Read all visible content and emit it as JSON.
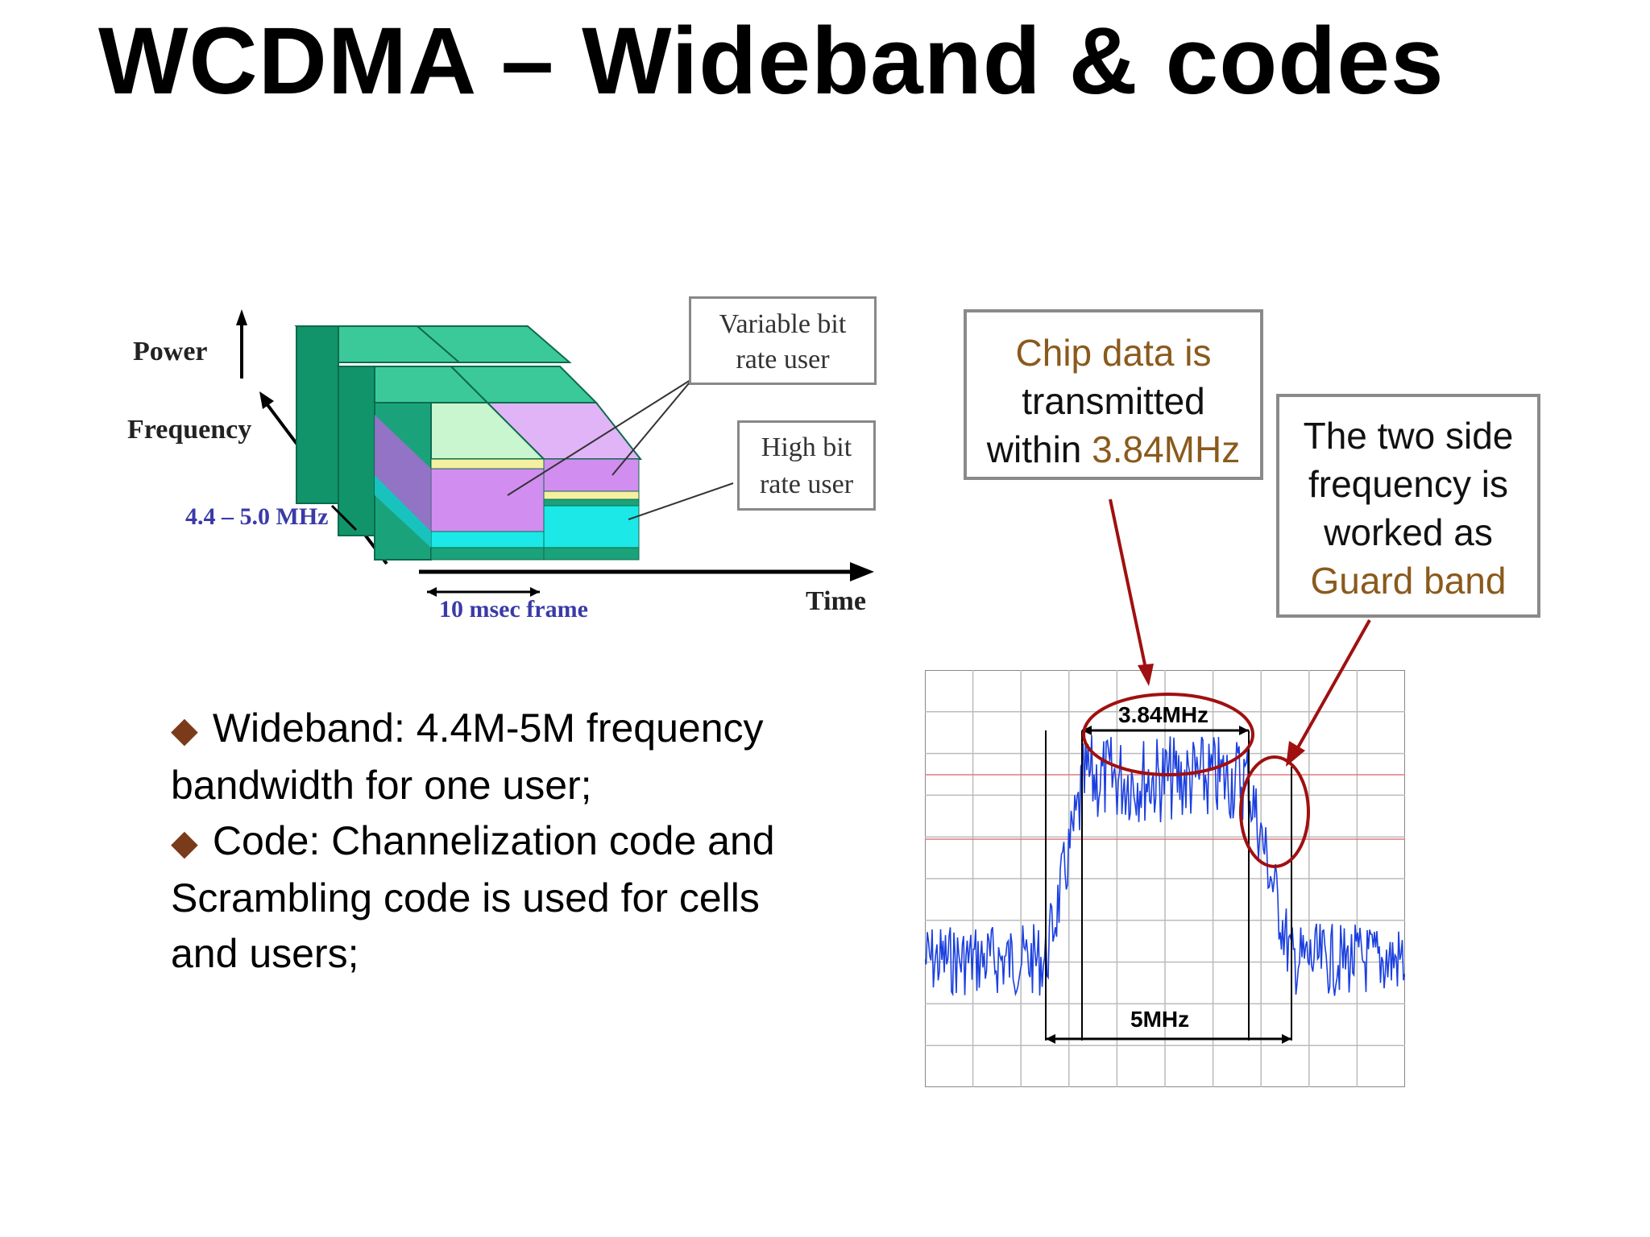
{
  "slide": {
    "title": "WCDMA – Wideband & codes"
  },
  "diagram": {
    "power_label": "Power",
    "frequency_label": "Frequency",
    "bandwidth_label": "4.4 – 5.0 MHz",
    "frame_label": "10 msec frame",
    "time_label": "Time",
    "variable_user_label_line1": "Variable bit",
    "variable_user_label_line2": "rate user",
    "high_user_label_line1": "High bit",
    "high_user_label_line2": "rate user",
    "colors": {
      "green": "#1aa37a",
      "purple": "#d18ef0",
      "cyan": "#1de8e8",
      "lightgreen": "#b8f0c0",
      "yellow": "#f5f0a0"
    }
  },
  "bullets": [
    {
      "line1": "Wideband: 4.4M-5M frequency",
      "line2": "bandwidth for one user;"
    },
    {
      "line1": "Code: Channelization code and",
      "line2": "Scrambling code is used for cells",
      "line3": "and users;"
    }
  ],
  "annotations": {
    "chip": {
      "line1": "Chip data is",
      "line2": "transmitted",
      "line3_prefix": "within ",
      "line3_value": "3.84MHz"
    },
    "guard": {
      "line1": "The two side",
      "line2": "frequency is",
      "line3": "worked as",
      "line4": "Guard band"
    },
    "accent_color": "#8a5a1c",
    "arrow_color": "#a01010"
  },
  "spectrum": {
    "inner_label": "3.84MHz",
    "outer_label": "5MHz",
    "trace_color": "#1a3fe0"
  }
}
